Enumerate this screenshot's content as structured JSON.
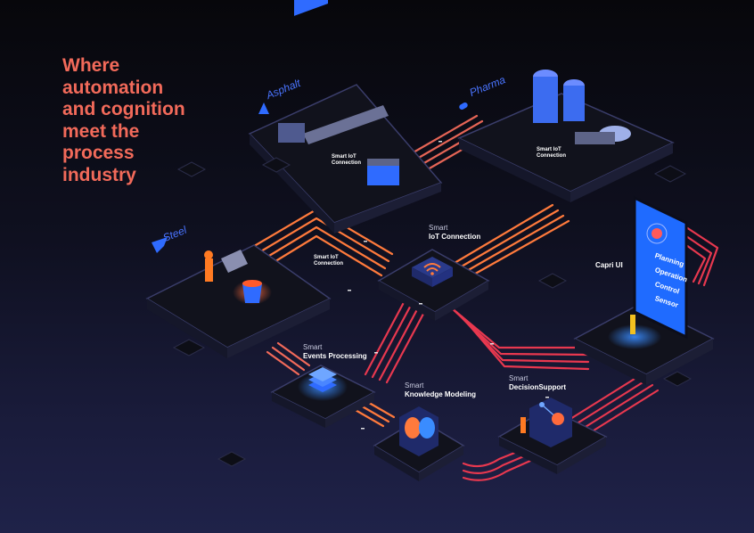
{
  "headline": "Where\nautomation\nand cognition\nmeet the\nprocess\nindustry",
  "plants": {
    "asphalt": "Asphalt",
    "pharma": "Pharma",
    "steel": "Steel"
  },
  "iot_asphalt": "Smart IoT\nConnection",
  "iot_pharma": "Smart IoT\nConnection",
  "iot_steel": "Smart IoT\nConnection",
  "smart_label": "Smart",
  "nodes": {
    "iot": "IoT Connection",
    "events": "Events Processing",
    "knowledge": "Knowledge Modeling",
    "decision": "DecisionSupport"
  },
  "capri_ui": "Capri UI",
  "phone_menu": [
    "Planning",
    "Operation",
    "Control",
    "Sensor"
  ],
  "colors": {
    "headline": "#f26a5a",
    "accent_blue": "#2f6bff",
    "stripe_orange": "#ff7a3c",
    "stripe_red": "#e8384f"
  }
}
